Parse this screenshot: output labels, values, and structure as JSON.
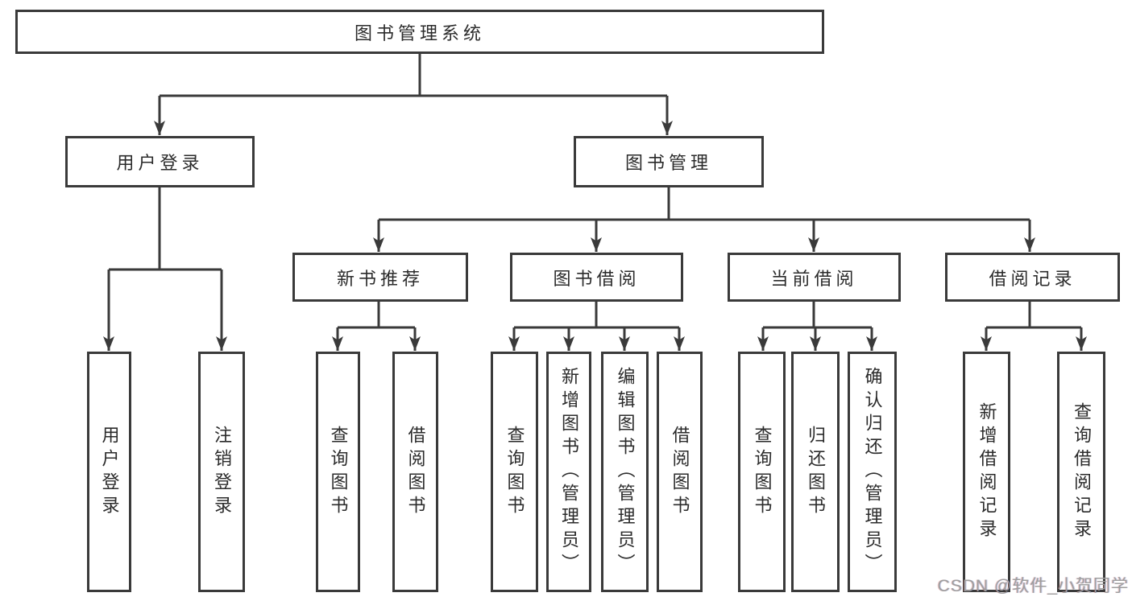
{
  "diagram": {
    "root": {
      "label": "图书管理系统"
    },
    "level2": [
      {
        "id": "user-login",
        "label": "用户登录"
      },
      {
        "id": "book-management",
        "label": "图书管理"
      }
    ],
    "level3": [
      {
        "id": "new-book-recommend",
        "label": "新书推荐"
      },
      {
        "id": "book-borrow",
        "label": "图书借阅"
      },
      {
        "id": "current-borrow",
        "label": "当前借阅"
      },
      {
        "id": "borrow-records",
        "label": "借阅记录"
      }
    ],
    "leaves": [
      {
        "parent": "user-login",
        "label": "用户登录"
      },
      {
        "parent": "user-login",
        "label": "注销登录"
      },
      {
        "parent": "new-book-recommend",
        "label": "查询图书"
      },
      {
        "parent": "new-book-recommend",
        "label": "借阅图书"
      },
      {
        "parent": "book-borrow",
        "label": "查询图书"
      },
      {
        "parent": "book-borrow",
        "label": "新增图书（管理员）"
      },
      {
        "parent": "book-borrow",
        "label": "编辑图书（管理员）"
      },
      {
        "parent": "book-borrow",
        "label": "借阅图书"
      },
      {
        "parent": "current-borrow",
        "label": "查询图书"
      },
      {
        "parent": "current-borrow",
        "label": "归还图书"
      },
      {
        "parent": "current-borrow",
        "label": "确认归还（管理员）"
      },
      {
        "parent": "borrow-records",
        "label": "新增借阅记录"
      },
      {
        "parent": "borrow-records",
        "label": "查询借阅记录"
      }
    ],
    "colors": {
      "line": "#3a3a3a",
      "text": "#2b2b2b",
      "watermark": "#9e9e9e"
    }
  },
  "watermark": {
    "text": "CSDN @软件_小贺同学"
  }
}
